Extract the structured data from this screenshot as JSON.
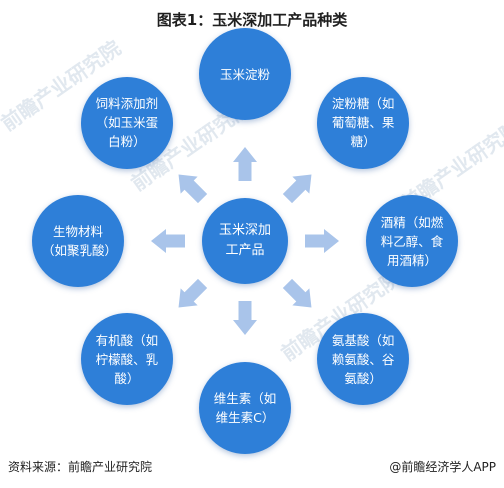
{
  "title": "图表1：玉米深加工产品种类",
  "center": {
    "line1": "玉米深加",
    "line2": "工产品"
  },
  "nodes": [
    {
      "id": "corn-starch",
      "lines": [
        "玉米淀粉"
      ]
    },
    {
      "id": "starch-sugar",
      "lines": [
        "淀粉糖（如",
        "葡萄糖、果",
        "糖）"
      ]
    },
    {
      "id": "alcohol",
      "lines": [
        "酒精（如燃",
        "料乙醇、食",
        "用酒精）"
      ]
    },
    {
      "id": "amino-acid",
      "lines": [
        "氨基酸（如",
        "赖氨酸、谷",
        "氨酸）"
      ]
    },
    {
      "id": "vitamin",
      "lines": [
        "维生素（如",
        "维生素C）"
      ]
    },
    {
      "id": "organic-acid",
      "lines": [
        "有机酸（如",
        "柠檬酸、乳",
        "酸）"
      ]
    },
    {
      "id": "bio-material",
      "lines": [
        "生物材料",
        "（如聚乳酸）"
      ]
    },
    {
      "id": "feed-additive",
      "lines": [
        "饲料添加剂",
        "（如玉米蛋",
        "白粉）"
      ]
    }
  ],
  "watermark": {
    "text": "前瞻产业研究院"
  },
  "footer": {
    "source": "资料来源：前瞻产业研究院",
    "brand": "@前瞻经济学人APP"
  },
  "colors": {
    "circle": "#2e7fd8",
    "arrow": "#a9c4ea"
  }
}
